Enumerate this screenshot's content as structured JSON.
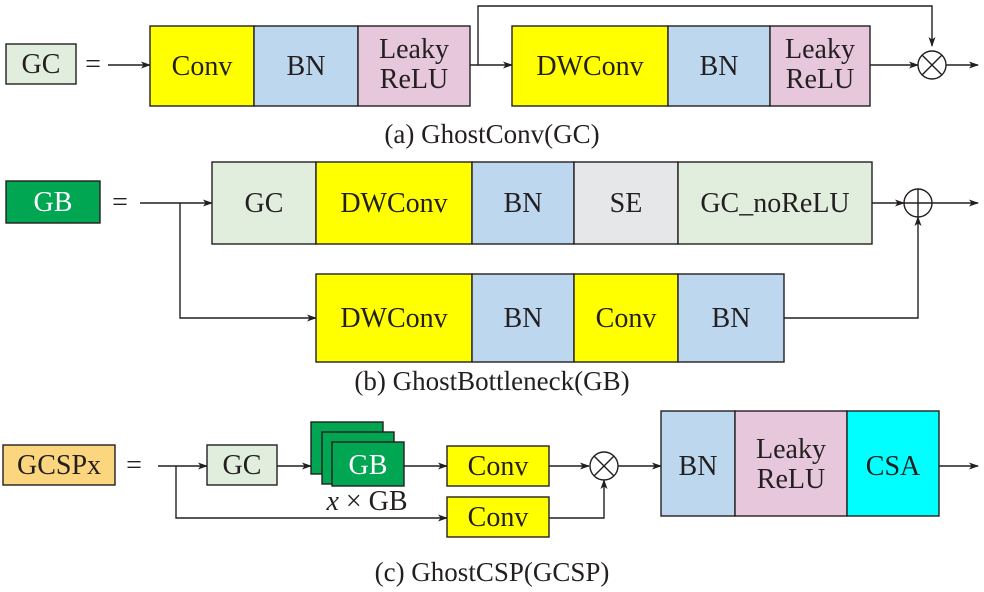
{
  "colors": {
    "gc_def": "#e2eedd",
    "gb_def": "#00a651",
    "gcsp_def": "#fbd67e",
    "conv": "#ffff00",
    "bn": "#bdd7ee",
    "leaky": "#e6c7db",
    "se": "#e6e7e8",
    "csa": "#00ffff",
    "stroke": "#231f20"
  },
  "row_a": {
    "def_label": "GC",
    "equals": "=",
    "blocks": [
      "Conv",
      "BN",
      "Leaky\nReLU",
      "DWConv",
      "BN",
      "Leaky\nReLU"
    ],
    "operator": "multiply",
    "caption": "(a) GhostConv(GC)"
  },
  "row_b": {
    "def_label": "GB",
    "equals": "=",
    "top_blocks": [
      "GC",
      "DWConv",
      "BN",
      "SE",
      "GC_noReLU"
    ],
    "bottom_blocks": [
      "DWConv",
      "BN",
      "Conv",
      "BN"
    ],
    "operator": "add",
    "caption": "(b) GhostBottleneck(GB)"
  },
  "row_c": {
    "def_label": "GCSPx",
    "equals": "=",
    "gc_block": "GC",
    "gb_stack": "GB",
    "stack_note_x": "x",
    "stack_note_rest": " × GB",
    "conv_top": "Conv",
    "conv_bottom": "Conv",
    "tail_blocks": [
      "BN",
      "Leaky\nReLU",
      "CSA"
    ],
    "operator": "multiply",
    "caption": "(c) GhostCSP(GCSP)"
  }
}
